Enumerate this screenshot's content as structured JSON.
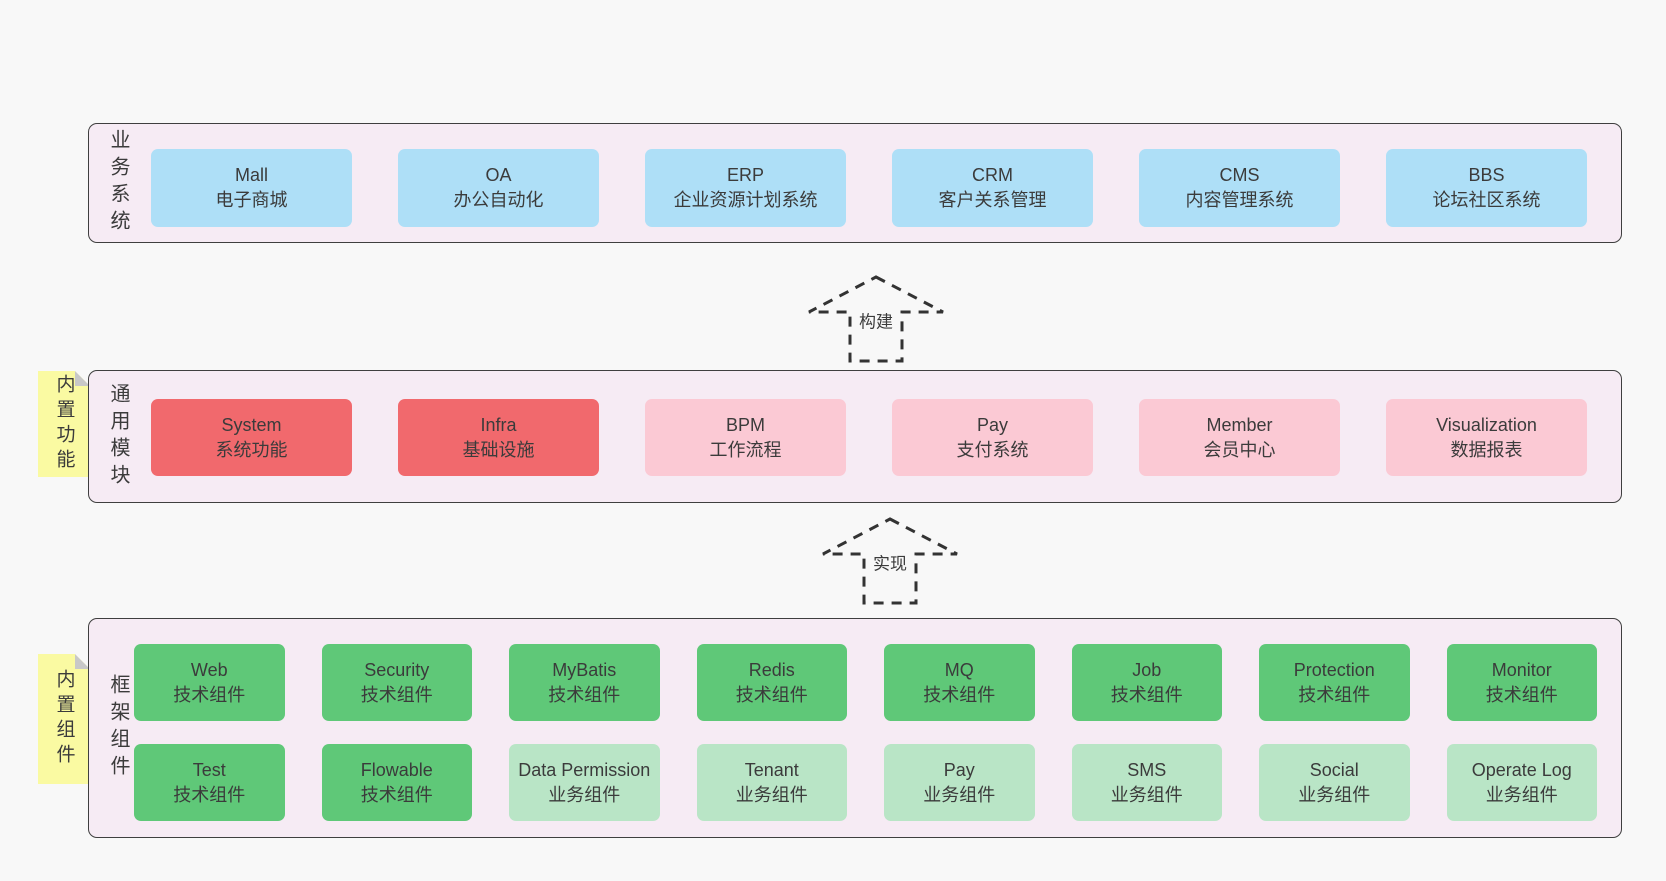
{
  "colors": {
    "page_background": "#F8F8F8",
    "container_background": "#F6EBF4",
    "container_border": "#3F3F3F",
    "box_blue": "#AEDFF7",
    "box_red": "#F1696D",
    "box_pink": "#FBC9D4",
    "box_green": "#5FC878",
    "box_light_green": "#B9E5C6",
    "sticky_yellow": "#FAFAA2",
    "sticky_fold_gray": "#C8C8C8",
    "text": "#3B3B3B",
    "arrow_stroke": "#333333"
  },
  "arrows": [
    {
      "label": "构建"
    },
    {
      "label": "实现"
    }
  ],
  "layers": {
    "business": {
      "side_label": "业务系统",
      "boxes": [
        {
          "title": "Mall",
          "subtitle": "电子商城",
          "variant": "blue"
        },
        {
          "title": "OA",
          "subtitle": "办公自动化",
          "variant": "blue"
        },
        {
          "title": "ERP",
          "subtitle": "企业资源计划系统",
          "variant": "blue"
        },
        {
          "title": "CRM",
          "subtitle": "客户关系管理",
          "variant": "blue"
        },
        {
          "title": "CMS",
          "subtitle": "内容管理系统",
          "variant": "blue"
        },
        {
          "title": "BBS",
          "subtitle": "论坛社区系统",
          "variant": "blue"
        }
      ]
    },
    "modules": {
      "side_label": "通用模块",
      "sticky_label": "内置功能",
      "boxes": [
        {
          "title": "System",
          "subtitle": "系统功能",
          "variant": "red"
        },
        {
          "title": "Infra",
          "subtitle": "基础设施",
          "variant": "red"
        },
        {
          "title": "BPM",
          "subtitle": "工作流程",
          "variant": "pink"
        },
        {
          "title": "Pay",
          "subtitle": "支付系统",
          "variant": "pink"
        },
        {
          "title": "Member",
          "subtitle": "会员中心",
          "variant": "pink"
        },
        {
          "title": "Visualization",
          "subtitle": "数据报表",
          "variant": "pink"
        }
      ]
    },
    "components": {
      "side_label": "框架组件",
      "sticky_label": "内置组件",
      "row1": [
        {
          "title": "Web",
          "subtitle": "技术组件",
          "variant": "green"
        },
        {
          "title": "Security",
          "subtitle": "技术组件",
          "variant": "green"
        },
        {
          "title": "MyBatis",
          "subtitle": "技术组件",
          "variant": "green"
        },
        {
          "title": "Redis",
          "subtitle": "技术组件",
          "variant": "green"
        },
        {
          "title": "MQ",
          "subtitle": "技术组件",
          "variant": "green"
        },
        {
          "title": "Job",
          "subtitle": "技术组件",
          "variant": "green"
        },
        {
          "title": "Protection",
          "subtitle": "技术组件",
          "variant": "green"
        },
        {
          "title": "Monitor",
          "subtitle": "技术组件",
          "variant": "green"
        }
      ],
      "row2": [
        {
          "title": "Test",
          "subtitle": "技术组件",
          "variant": "green"
        },
        {
          "title": "Flowable",
          "subtitle": "技术组件",
          "variant": "green"
        },
        {
          "title": "Data Permission",
          "subtitle": "业务组件",
          "variant": "lightgreen"
        },
        {
          "title": "Tenant",
          "subtitle": "业务组件",
          "variant": "lightgreen"
        },
        {
          "title": "Pay",
          "subtitle": "业务组件",
          "variant": "lightgreen"
        },
        {
          "title": "SMS",
          "subtitle": "业务组件",
          "variant": "lightgreen"
        },
        {
          "title": "Social",
          "subtitle": "业务组件",
          "variant": "lightgreen"
        },
        {
          "title": "Operate Log",
          "subtitle": "业务组件",
          "variant": "lightgreen"
        }
      ]
    }
  }
}
